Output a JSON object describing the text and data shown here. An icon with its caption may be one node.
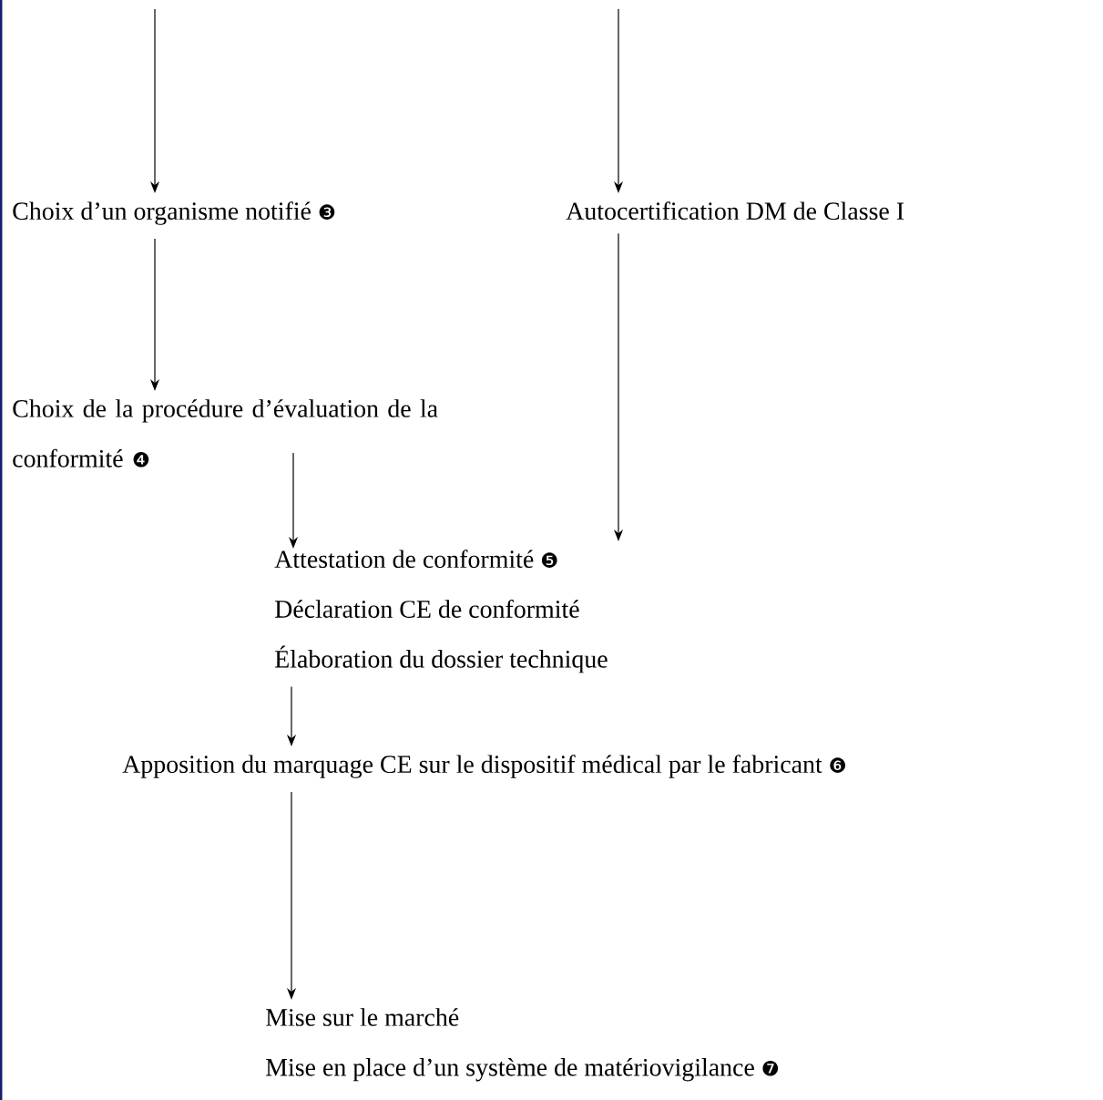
{
  "diagram": {
    "nodes": [
      {
        "text": [
          "Choix d’un organisme notifié ❸"
        ]
      },
      {
        "text": [
          "Autocertification DM de Classe I"
        ]
      },
      {
        "text": [
          "Choix de la procédure d’évaluation de la conformité ❹"
        ]
      },
      {
        "text": [
          "Attestation de conformité ❺",
          "Déclaration CE de conformité",
          "Élaboration du dossier technique"
        ]
      },
      {
        "text": [
          "Apposition du marquage CE sur le dispositif médical par le fabricant ❻"
        ]
      },
      {
        "text": [
          "Mise sur le marché",
          "Mise en place d’un système de matériovigilance ❼"
        ]
      }
    ],
    "edges": [
      {
        "from": null,
        "to": 0,
        "arrow": "to"
      },
      {
        "from": null,
        "to": 1,
        "arrow": "to"
      },
      {
        "from": 0,
        "to": 2,
        "arrow": "to"
      },
      {
        "from": 1,
        "to": 3,
        "arrow": "to"
      },
      {
        "from": 2,
        "to": 3,
        "arrow": "to"
      },
      {
        "from": 3,
        "to": 4,
        "arrow": "to"
      },
      {
        "from": 4,
        "to": 5,
        "arrow": "to"
      }
    ]
  }
}
